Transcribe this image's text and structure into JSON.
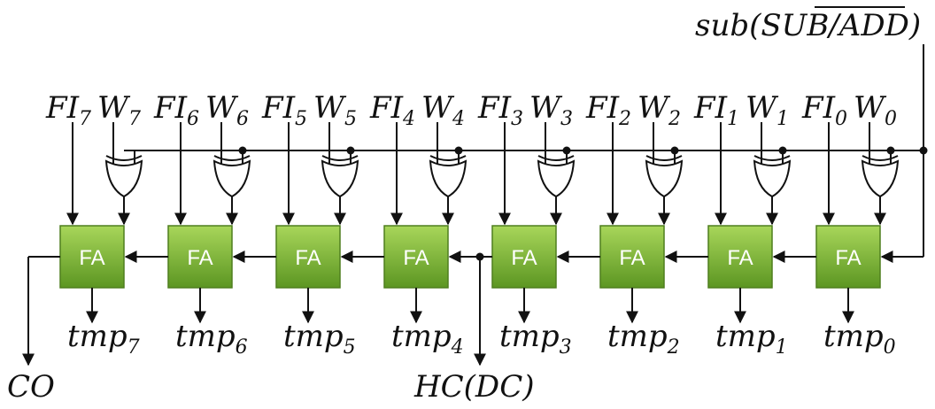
{
  "control_input": {
    "prefix": "sub(",
    "bar_text": "SUB/ADD",
    "suffix": ")"
  },
  "adders": [
    {
      "label": "FA",
      "fi": "FI",
      "fi_sub": "7",
      "w": "W",
      "w_sub": "7",
      "tmp": "tmp",
      "tmp_sub": "7"
    },
    {
      "label": "FA",
      "fi": "FI",
      "fi_sub": "6",
      "w": "W",
      "w_sub": "6",
      "tmp": "tmp",
      "tmp_sub": "6"
    },
    {
      "label": "FA",
      "fi": "FI",
      "fi_sub": "5",
      "w": "W",
      "w_sub": "5",
      "tmp": "tmp",
      "tmp_sub": "5"
    },
    {
      "label": "FA",
      "fi": "FI",
      "fi_sub": "4",
      "w": "W",
      "w_sub": "4",
      "tmp": "tmp",
      "tmp_sub": "4"
    },
    {
      "label": "FA",
      "fi": "FI",
      "fi_sub": "3",
      "w": "W",
      "w_sub": "3",
      "tmp": "tmp",
      "tmp_sub": "3"
    },
    {
      "label": "FA",
      "fi": "FI",
      "fi_sub": "2",
      "w": "W",
      "w_sub": "2",
      "tmp": "tmp",
      "tmp_sub": "2"
    },
    {
      "label": "FA",
      "fi": "FI",
      "fi_sub": "1",
      "w": "W",
      "w_sub": "1",
      "tmp": "tmp",
      "tmp_sub": "1"
    },
    {
      "label": "FA",
      "fi": "FI",
      "fi_sub": "0",
      "w": "W",
      "w_sub": "0",
      "tmp": "tmp",
      "tmp_sub": "0"
    }
  ],
  "carry_out": "CO",
  "half_carry": "HC(DC)",
  "colors": {
    "fa_top": "#9ccf4f",
    "fa_bottom": "#5f9a25",
    "fa_border": "#4f7f1e",
    "wire": "#111111"
  }
}
